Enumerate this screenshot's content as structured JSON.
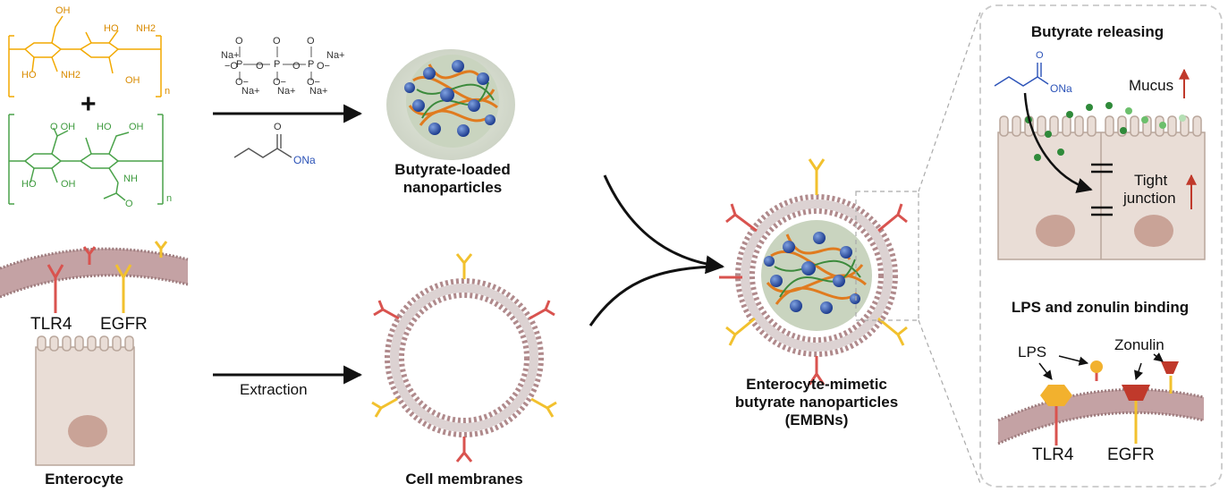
{
  "chemistry": {
    "chitosan": {
      "oh_top": "OH",
      "ho_top": "HO",
      "nh2_top": "NH2",
      "ho_bottom": "HO",
      "nh2_bottom": "NH2",
      "oh_bottom": "OH",
      "repeat": "n"
    },
    "plus_sign": "+",
    "hyaluronic": {
      "cooh": "O   OH",
      "ho_top": "HO",
      "oh_top": "OH",
      "ho_left": "HO",
      "oh_mid": "OH",
      "nh": "NH",
      "acetyl_o": "O",
      "repeat": "n"
    },
    "tripolyphosphate": {
      "na_left": "Na+",
      "o_minus_left": "−O",
      "na_right": "Na+",
      "o_minus_right": "O−",
      "na_bottom_1": "Na+",
      "na_bottom_2": "Na+",
      "na_bottom_3": "Na+",
      "o_top_1": "O",
      "o_top_2": "O",
      "o_top_3": "O",
      "p_1": "P",
      "p_2": "P",
      "p_3": "P",
      "o_bridge_1": "O",
      "o_bridge_2": "O",
      "o_low_1": "O−",
      "o_low_2": "O−",
      "o_low_3": "O−"
    },
    "butyrate": {
      "carbonyl_o": "O",
      "ona": "ONa"
    }
  },
  "labels": {
    "butyrate_loaded": "Butyrate-loaded\nnanoparticles",
    "cell_membranes": "Cell membranes",
    "enterocyte": "Enterocyte",
    "tlr4": "TLR4",
    "egfr": "EGFR",
    "extraction": "Extraction",
    "embn_line1": "Enterocyte-mimetic",
    "embn_line2": "butyrate nanoparticles",
    "embn_line3": "(EMBNs)"
  },
  "panel": {
    "releasing_title": "Butyrate releasing",
    "mucus": "Mucus",
    "tight": "Tight",
    "junction": "junction",
    "butyrate_o": "O",
    "butyrate_ona": "ONa",
    "binding_title": "LPS and zonulin binding",
    "lps": "LPS",
    "zonulin": "Zonulin",
    "tlr4": "TLR4",
    "egfr": "EGFR"
  },
  "colors": {
    "chitosan": "#f2a900",
    "hyaluronic": "#4aa24a",
    "butyrate_text": "#2c53b8",
    "receptor_red": "#d9534f",
    "receptor_yellow": "#f2c12e",
    "membrane_head": "#b08a8c",
    "membrane_band": "#c4a2a4",
    "cell_fill": "#e9ddd6",
    "nucleus": "#c9a397",
    "arrow": "#111111",
    "up_arrow": "#c0392b",
    "dashed_panel": "#c9c9c9"
  }
}
